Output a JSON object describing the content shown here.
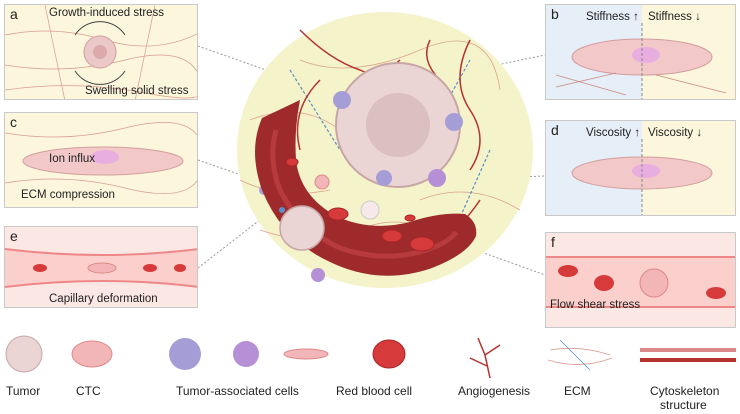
{
  "panels": {
    "a": {
      "letter": "a",
      "top_text": "Growth-induced stress",
      "bottom_text": "Swelling solid stress"
    },
    "b": {
      "letter": "b",
      "left_text": "Stiffness ↑",
      "right_text": "Stiffness ↓"
    },
    "c": {
      "letter": "c",
      "text1": "Ion influx",
      "text2": "ECM compression"
    },
    "d": {
      "letter": "d",
      "left_text": "Viscosity ↑",
      "right_text": "Viscosity ↓"
    },
    "e": {
      "letter": "e",
      "text": "Capillary deformation"
    },
    "f": {
      "letter": "f",
      "text": "Flow shear stress"
    }
  },
  "legend": [
    {
      "label": "Tumor"
    },
    {
      "label": "CTC"
    },
    {
      "label": "Tumor-associated cells"
    },
    {
      "label": "Red blood cell"
    },
    {
      "label": "Angiogenesis"
    },
    {
      "label": "ECM"
    },
    {
      "label": "Cytoskeleton"
    },
    {
      "label": "structure"
    }
  ],
  "colors": {
    "panel_pink": "#fbe7e4",
    "panel_blue": "#e6eef8",
    "panel_yellow": "#fbf6dc",
    "vessel": "#9e2a2b",
    "rbc": "#d63a3a",
    "cell_pink": "#f3b6b8",
    "tumor_purple": "#a59ed6",
    "halo": "#f3f2c8"
  }
}
